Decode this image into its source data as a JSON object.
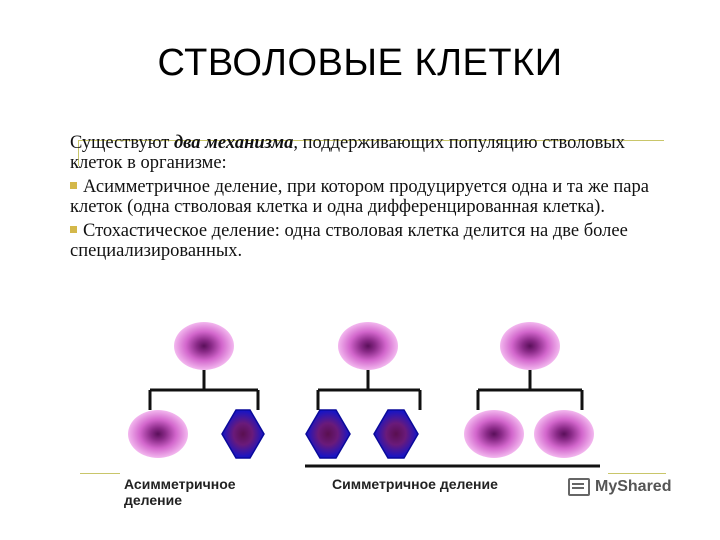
{
  "title": "СТВОЛОВЫЕ КЛЕТКИ",
  "intro": {
    "before": "Существуют ",
    "emph": "два механизма",
    "after": ", поддерживающих популяцию стволовых клеток в организме:"
  },
  "bullets": [
    "Асимметричное деление, при котором продуцируется одна и та же пара клеток (одна стволовая клетка и одна дифференцированная клетка).",
    "Стохастическое деление: одна стволовая клетка делится на две более специализированных."
  ],
  "labels": {
    "asymmetric_line1": "Асимметричное",
    "asymmetric_line2": "деление",
    "symmetric": "Симметричное деление"
  },
  "watermark": "MyShared",
  "colors": {
    "stem_cell": "#e07ad6",
    "stem_core": "#7a1870",
    "diff_cell": "#1414c8",
    "diff_core": "#6a1070",
    "rule": "#c9c66a"
  },
  "icons": [
    "round-pink-stem-cell",
    "blue-hexagon-differentiated-cell"
  ]
}
